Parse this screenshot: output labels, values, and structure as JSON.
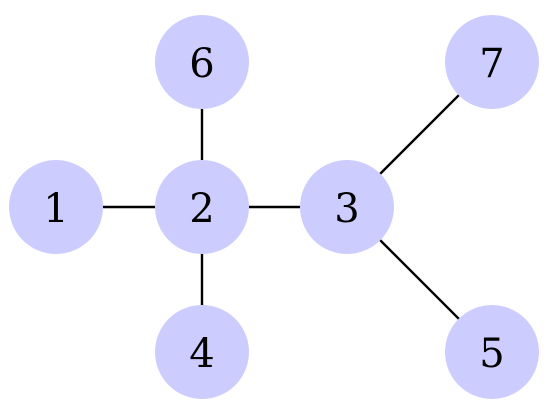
{
  "graph": {
    "node_color": "#ccccff",
    "label_color": "#000000",
    "edge_color": "#000000",
    "nodes": [
      {
        "id": "1",
        "label": "1"
      },
      {
        "id": "2",
        "label": "2"
      },
      {
        "id": "3",
        "label": "3"
      },
      {
        "id": "4",
        "label": "4"
      },
      {
        "id": "5",
        "label": "5"
      },
      {
        "id": "6",
        "label": "6"
      },
      {
        "id": "7",
        "label": "7"
      }
    ],
    "edges": [
      {
        "from": "1",
        "to": "2"
      },
      {
        "from": "2",
        "to": "3"
      },
      {
        "from": "2",
        "to": "6"
      },
      {
        "from": "2",
        "to": "4"
      },
      {
        "from": "3",
        "to": "7"
      },
      {
        "from": "3",
        "to": "5"
      }
    ]
  }
}
